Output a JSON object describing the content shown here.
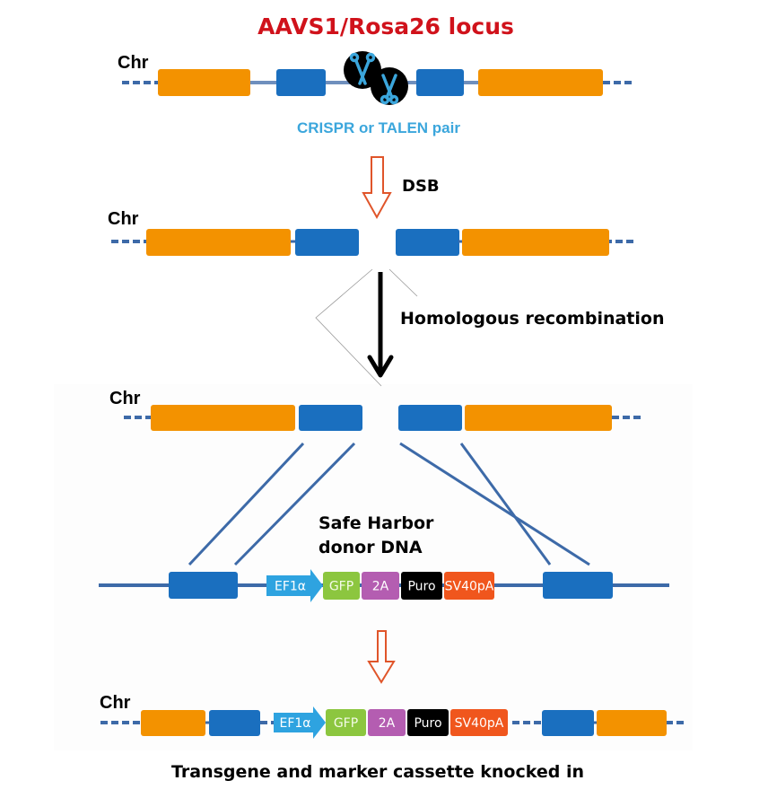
{
  "title": "AAVS1/Rosa26 locus",
  "colors": {
    "title": "#d0121b",
    "exon_orange": "#f39200",
    "homology_blue": "#1a6fbf",
    "dna_line": "#3d6aa8",
    "crispr_text": "#3ba6dc",
    "arrow_outline": "#e0552a",
    "promoter": "#2ea3e0",
    "gfp": "#8cc63f",
    "t2a": "#b45db1",
    "puro": "#000000",
    "polya": "#f0561d"
  },
  "chr_label": "Chr",
  "step1": {
    "nuclease_label": "CRISPR or TALEN pair",
    "nuclease_icon": "scissors-icon"
  },
  "step2": {
    "arrow_label": "DSB"
  },
  "step3": {
    "arrow_label": "Homologous recombination"
  },
  "step4": {
    "donor_label_line1": "Safe Harbor",
    "donor_label_line2": "donor DNA",
    "cassette": [
      {
        "label": "EF1α",
        "kind": "promoter"
      },
      {
        "label": "GFP",
        "kind": "gfp"
      },
      {
        "label": "2A",
        "kind": "t2a"
      },
      {
        "label": "Puro",
        "kind": "puro"
      },
      {
        "label": "SV40pA",
        "kind": "polya"
      }
    ]
  },
  "step5": {
    "caption": "Transgene and marker cassette knocked in"
  }
}
